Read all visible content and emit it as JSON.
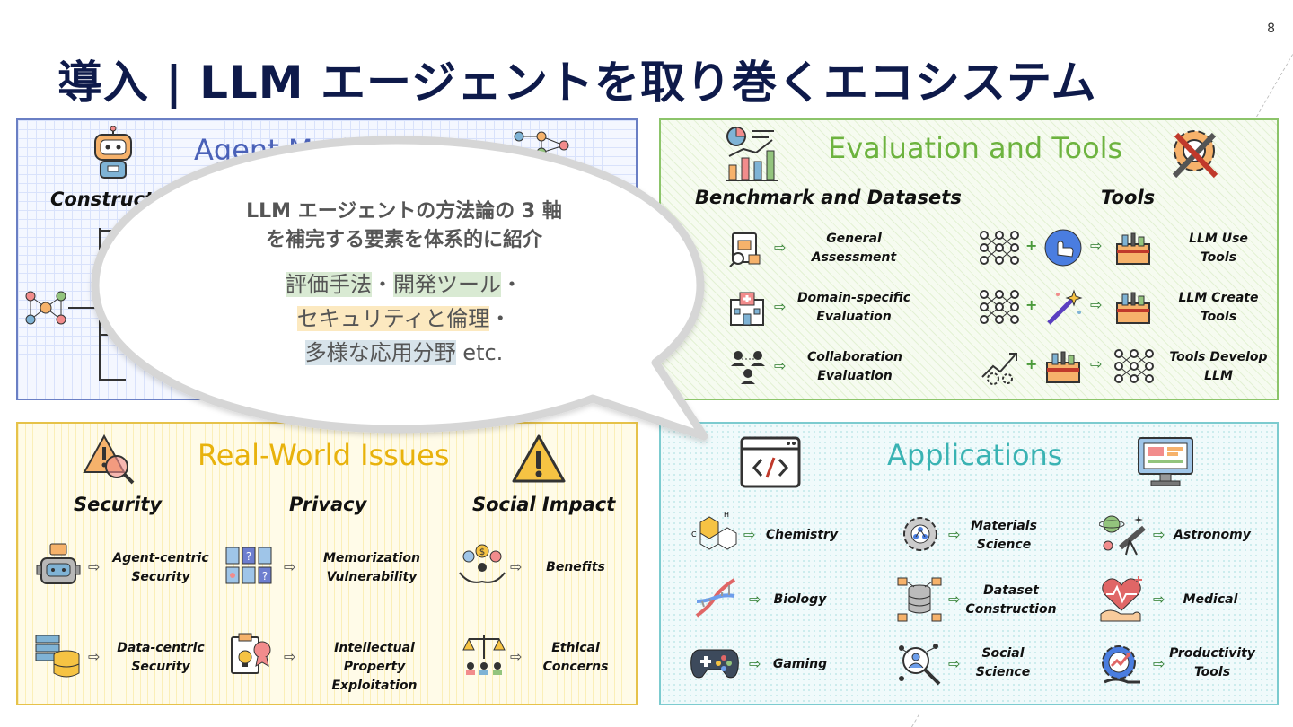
{
  "page_number": "8",
  "title": "導入 | LLM エージェントを取り巻くエコシステム",
  "methodology": {
    "title": "Agent Methodology",
    "section": "Construction"
  },
  "evaluation": {
    "title": "Evaluation and Tools",
    "bench_head": "Benchmark and Datasets",
    "tools_head": "Tools",
    "bench_items": [
      "General\nAssessment",
      "Domain-specific\nEvaluation",
      "Collaboration\nEvaluation"
    ],
    "tool_items": [
      "LLM Use\nTools",
      "LLM Create\nTools",
      "Tools Develop\nLLM"
    ]
  },
  "issues": {
    "title": "Real-World Issues",
    "heads": [
      "Security",
      "Privacy",
      "Social Impact"
    ],
    "security_items": [
      "Agent-centric\nSecurity",
      "Data-centric\nSecurity"
    ],
    "privacy_items": [
      "Memorization\nVulnerability",
      "Intellectual\nProperty Exploitation"
    ],
    "social_items": [
      "Benefits",
      "Ethical\nConcerns"
    ]
  },
  "applications": {
    "title": "Applications",
    "items": [
      "Chemistry",
      "Materials\nScience",
      "Astronomy",
      "Biology",
      "Dataset\nConstruction",
      "Medical",
      "Gaming",
      "Social\nScience",
      "Productivity\nTools"
    ]
  },
  "bubble": {
    "heading": "LLM エージェントの方法論の 3 軸\nを補完する要素を体系的に紹介",
    "item1": "評価手法",
    "sep1": "・",
    "item2": "開発ツール",
    "sep2": "・",
    "item3": "セキュリティと倫理",
    "sep3": "・",
    "item4": "多様な応用分野",
    "suffix": " etc."
  },
  "colors": {
    "title": "#0e1a4a",
    "methodology": "#4a61b8",
    "evaluation": "#6db33f",
    "issues": "#e8b20c",
    "applications": "#3ab3b3"
  }
}
